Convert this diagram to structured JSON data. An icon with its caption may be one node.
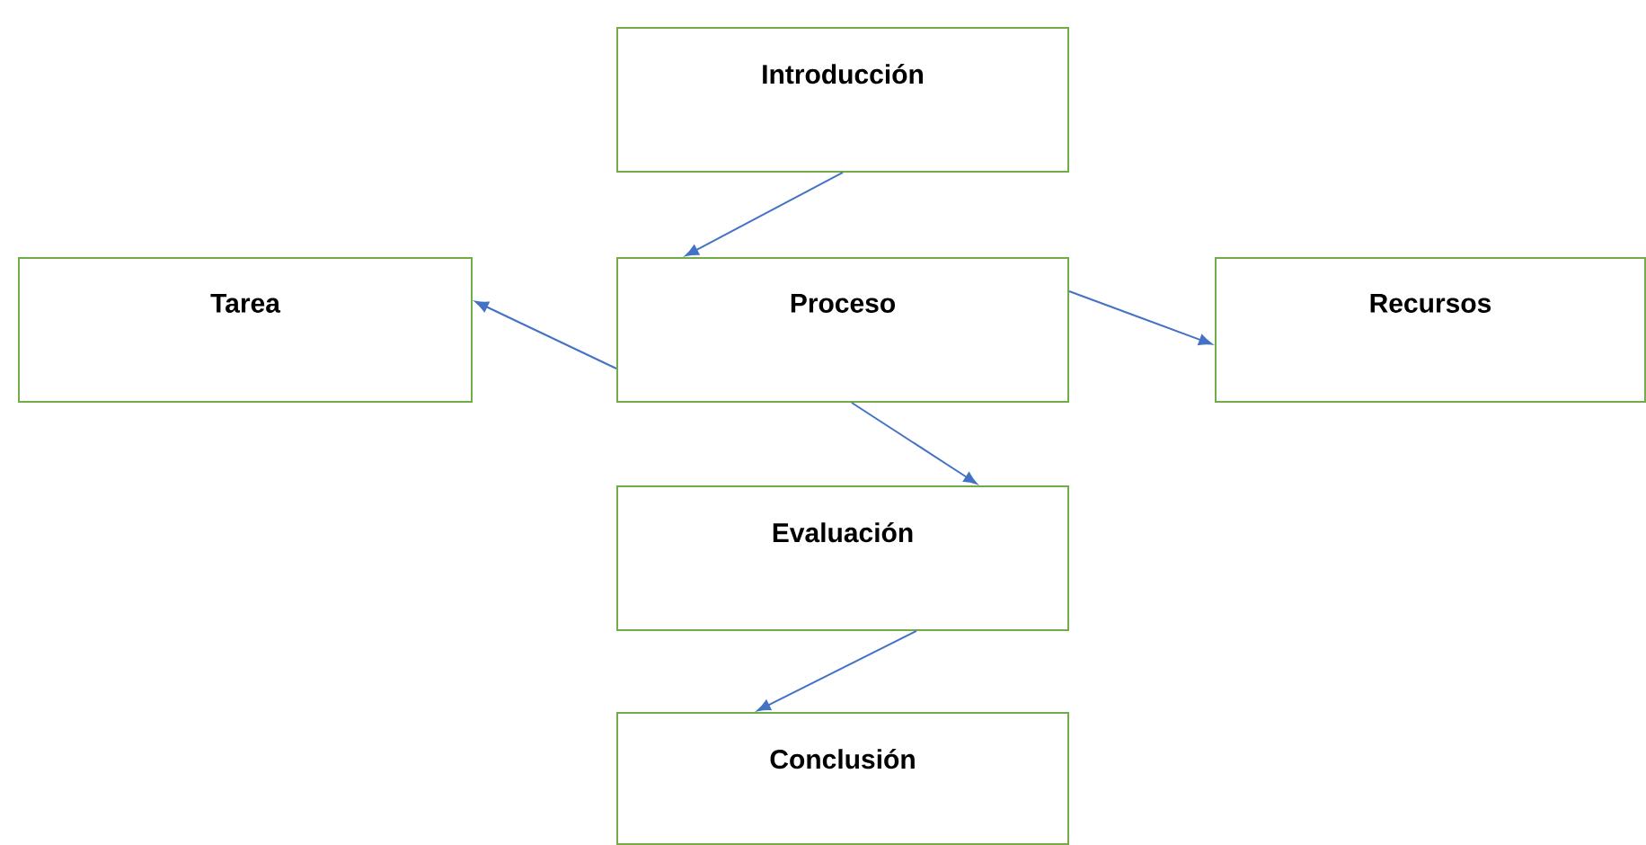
{
  "diagram": {
    "nodes": [
      {
        "text": [
          "Introducción"
        ]
      },
      {
        "text": [
          "Tarea"
        ]
      },
      {
        "text": [
          "Proceso"
        ]
      },
      {
        "text": [
          "Recursos"
        ]
      },
      {
        "text": [
          "Evaluación"
        ]
      },
      {
        "text": [
          "Conclusión"
        ]
      }
    ],
    "edges": [
      {
        "from": 0,
        "to": 2,
        "arrow": "to"
      },
      {
        "from": 2,
        "to": 1,
        "arrow": "to"
      },
      {
        "from": 2,
        "to": 3,
        "arrow": "to"
      },
      {
        "from": 2,
        "to": 4,
        "arrow": "to"
      },
      {
        "from": 4,
        "to": 5,
        "arrow": "to"
      }
    ]
  }
}
